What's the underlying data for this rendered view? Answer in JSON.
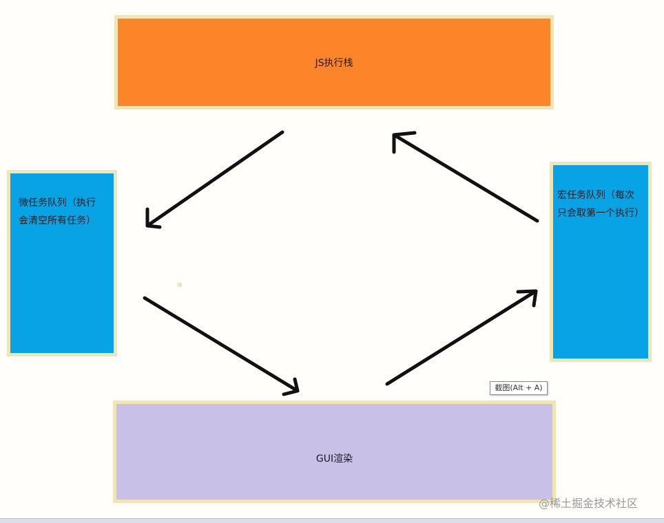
{
  "diagram": {
    "js_stack": {
      "label": "JS执行栈",
      "color": "#fb8528"
    },
    "micro_queue": {
      "lines": [
        "微任务队列（执行",
        "会清空所有任务）"
      ],
      "color": "#08a3e5"
    },
    "macro_queue": {
      "lines": [
        "宏任务队列（每次",
        "只会取第一个执行）"
      ],
      "color": "#08a3e5"
    },
    "gui_render": {
      "label": "GUI渲染",
      "color": "#c8c0e6"
    }
  },
  "tooltip": {
    "text": "截图(Alt + A)"
  },
  "watermark": {
    "text": "@稀土掘金技术社区"
  }
}
